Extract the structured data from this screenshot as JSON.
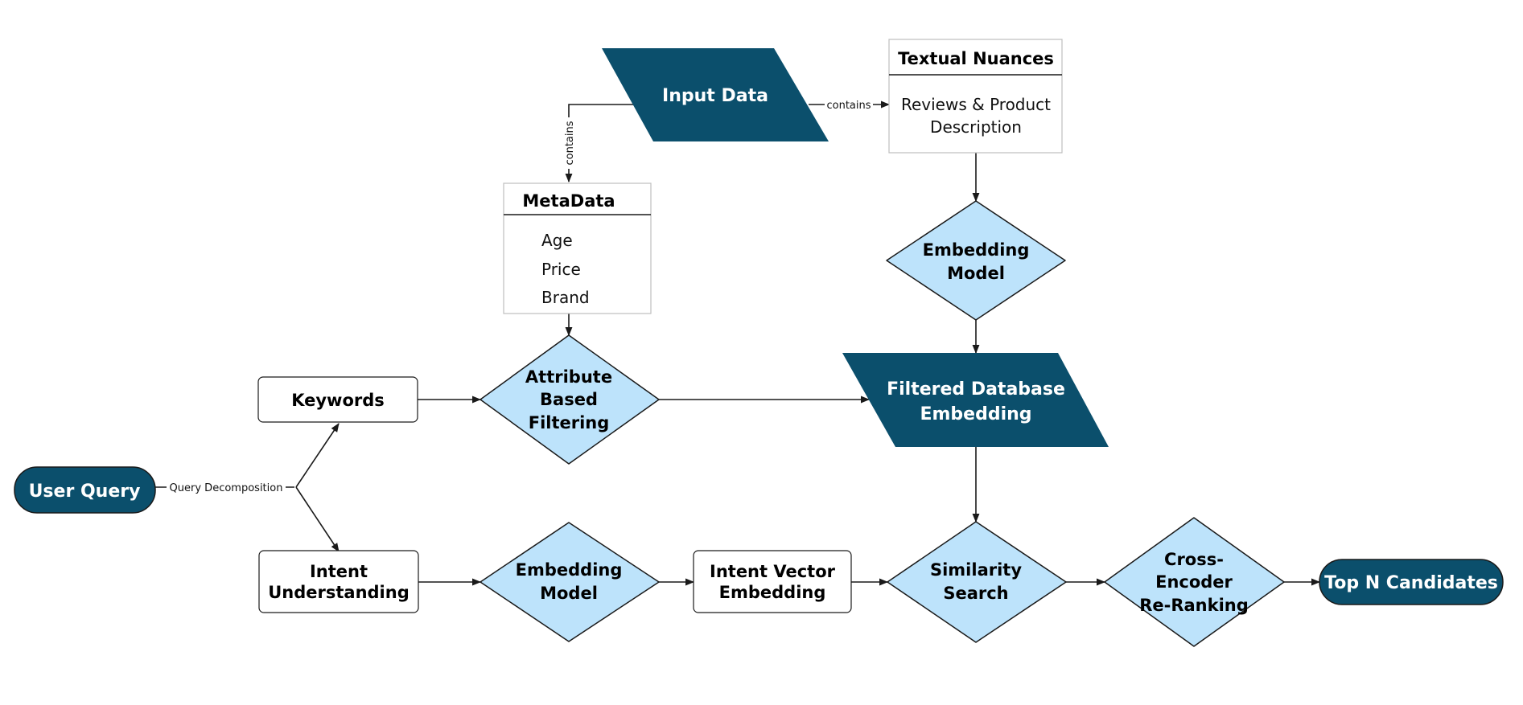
{
  "colors": {
    "dark_node": "#0b4f6c",
    "light_node": "#bde3fb",
    "stroke": "#1a1a1a",
    "box_border": "#bfbfbf"
  },
  "nodes": {
    "user_query": "User Query",
    "keywords": "Keywords",
    "intent_line1": "Intent",
    "intent_line2": "Understanding",
    "attr_line1": "Attribute",
    "attr_line2": "Based",
    "attr_line3": "Filtering",
    "emb_left_line1": "Embedding",
    "emb_left_line2": "Model",
    "ivec_line1": "Intent Vector",
    "ivec_line2": "Embedding",
    "input_data": "Input Data",
    "metadata_title": "MetaData",
    "metadata_items": [
      "Age",
      "Price",
      "Brand"
    ],
    "textual_title": "Textual Nuances",
    "textual_line1": "Reviews & Product",
    "textual_line2": "Description",
    "emb_right_line1": "Embedding",
    "emb_right_line2": "Model",
    "fdb_line1": "Filtered Database",
    "fdb_line2": "Embedding",
    "sim_line1": "Similarity",
    "sim_line2": "Search",
    "ce_line1": "Cross-",
    "ce_line2": "Encoder",
    "ce_line3": "Re-Ranking",
    "top_n": "Top N Candidates"
  },
  "edge_labels": {
    "query_decomposition": "Query Decomposition",
    "contains_left": "contains",
    "contains_right": "contains"
  }
}
